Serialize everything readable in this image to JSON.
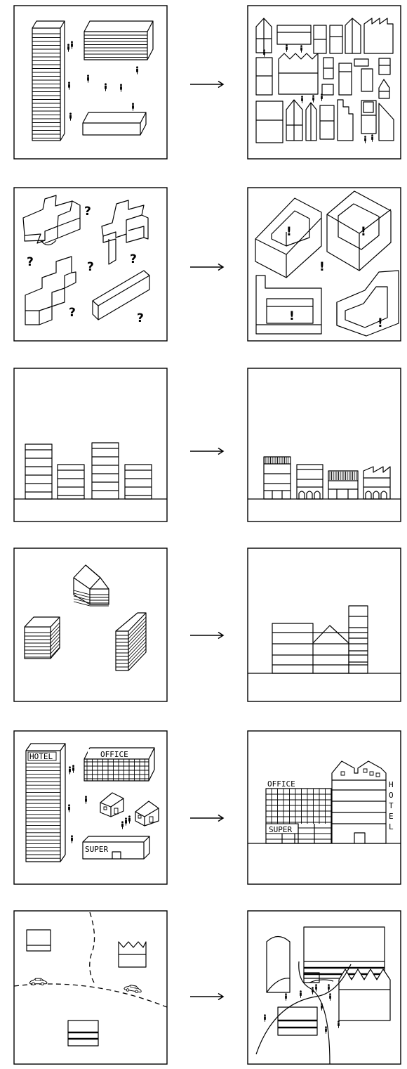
{
  "rows": [
    {
      "id": "scale"
    },
    {
      "id": "form"
    },
    {
      "id": "street"
    },
    {
      "id": "ensemble"
    },
    {
      "id": "program",
      "labels": {
        "before_hotel": "HOTEL",
        "before_office": "OFFICE",
        "before_super": "SUPER",
        "after_office": "OFFICE",
        "after_super": "SUPER",
        "after_hotel": "HOTEL"
      }
    },
    {
      "id": "connection"
    }
  ],
  "symbols": {
    "question": "?",
    "exclamation": "!"
  },
  "colors": {
    "stroke": "#000000",
    "background": "#ffffff"
  }
}
